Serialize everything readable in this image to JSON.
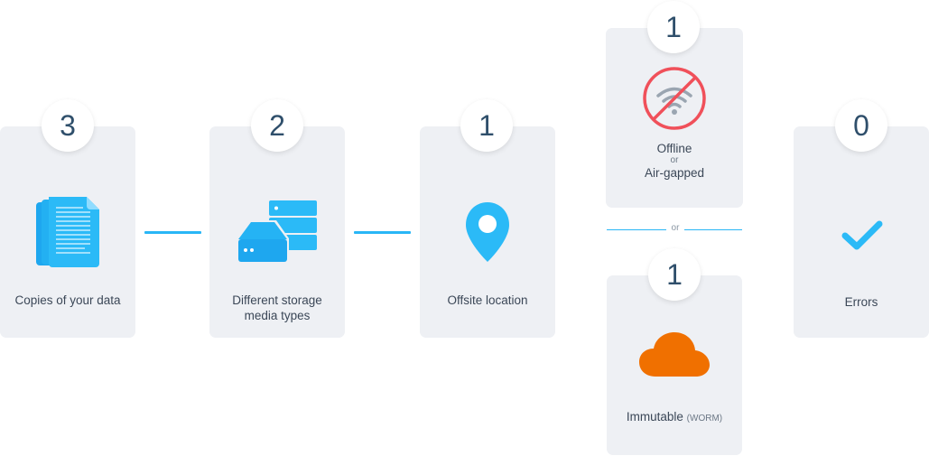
{
  "steps": [
    {
      "number": "3",
      "label_lines": [
        "Copies of your data"
      ],
      "icon": "documents-icon"
    },
    {
      "number": "2",
      "label_lines": [
        "Different storage",
        "media types"
      ],
      "icon": "storage-icon"
    },
    {
      "number": "1",
      "label_lines": [
        "Offsite location"
      ],
      "icon": "location-pin-icon"
    },
    {
      "number": "1",
      "label_lines": [
        "Offline",
        "or",
        "Air-gapped"
      ],
      "icon": "no-wifi-icon"
    },
    {
      "number": "1",
      "label_main": "Immutable",
      "label_sub": "(WORM)",
      "icon": "cloud-icon"
    },
    {
      "number": "0",
      "label_lines": [
        "Errors"
      ],
      "icon": "checkmark-icon"
    }
  ],
  "separator_or": "or",
  "colors": {
    "card_bg": "#eef0f4",
    "accent_blue": "#29b6f6",
    "orange": "#f07000",
    "red": "#f0505a",
    "number": "#2f4f6b"
  }
}
